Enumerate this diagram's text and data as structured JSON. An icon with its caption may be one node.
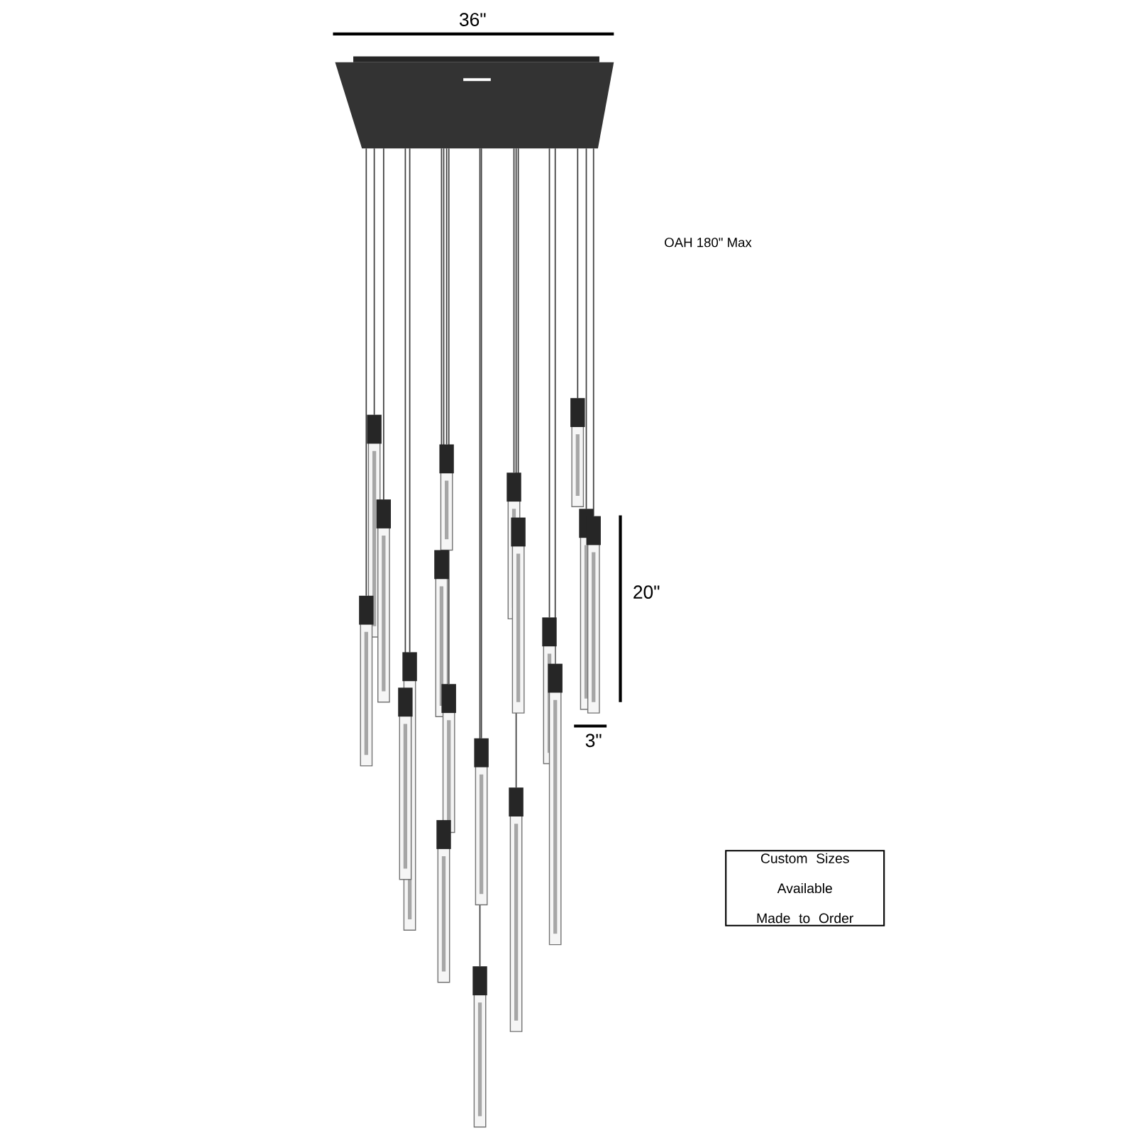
{
  "diagram": {
    "nodes": [
      {
        "text": [
          "Custom Sizes Available Made to Order"
        ]
      }
    ],
    "labels": [
      "36\"",
      "OAH 180\" Max",
      "20\"",
      "3\""
    ]
  }
}
